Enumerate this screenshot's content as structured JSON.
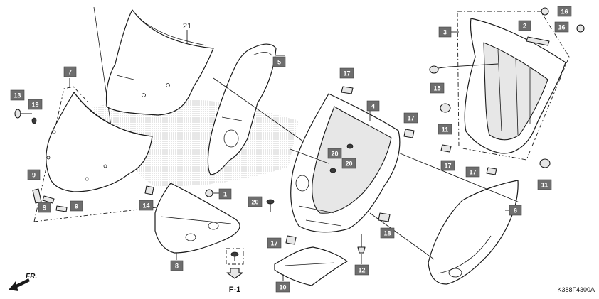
{
  "diagram_code": "K388F4300A",
  "front_label": "FR.",
  "ref_label": "F-1",
  "plain_labels": {
    "windscreen": "21"
  },
  "callouts": {
    "c1": "1",
    "c2": "2",
    "c3": "3",
    "c4": "4",
    "c5": "5",
    "c6": "6",
    "c7": "7",
    "c8": "8",
    "c9a": "9",
    "c9b": "9",
    "c9c": "9",
    "c10": "10",
    "c11a": "11",
    "c11b": "11",
    "c12": "12",
    "c13": "13",
    "c14": "14",
    "c15": "15",
    "c16a": "16",
    "c16b": "16",
    "c17a": "17",
    "c17b": "17",
    "c17c": "17",
    "c17d": "17",
    "c17e": "17",
    "c18": "18",
    "c19": "19",
    "c20a": "20",
    "c20b": "20",
    "c20c": "20"
  },
  "colors": {
    "callout_fill": "#6e6e6e",
    "callout_text": "#ffffff",
    "line": "#1a1a1a",
    "background": "#ffffff"
  }
}
